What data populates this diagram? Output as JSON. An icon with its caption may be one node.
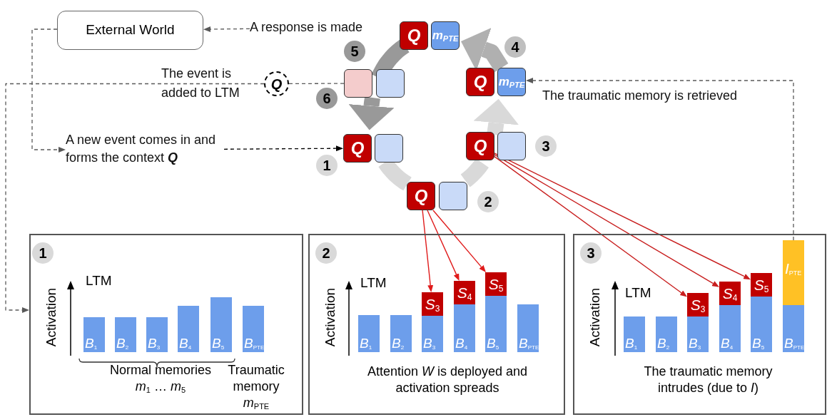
{
  "diagram": {
    "nodes": [
      {
        "text": [
          "External World"
        ]
      },
      {
        "text": [
          "A response is made"
        ]
      },
      {
        "text": [
          "The event is added to LTM"
        ]
      },
      {
        "text": [
          "Q"
        ]
      },
      {
        "text": [
          "A new event comes in and forms the context **Q**"
        ]
      },
      {
        "text": [
          "The traumatic memory is retrieved"
        ]
      },
      {
        "text": [
          "Q"
        ]
      },
      {
        "text": [],
        "shape": "box"
      },
      {
        "text": [
          "Q"
        ]
      },
      {
        "text": [],
        "shape": "box"
      },
      {
        "text": [
          "Q"
        ]
      },
      {
        "text": [],
        "shape": "box"
      },
      {
        "text": [
          "Q"
        ]
      },
      {
        "text": [
          "m$_{PTE}$"
        ]
      },
      {
        "text": [
          "Q"
        ]
      },
      {
        "text": [
          "m$_{PTE}$"
        ]
      },
      {
        "text": [],
        "shape": "box"
      },
      {
        "text": [],
        "shape": "box"
      },
      {
        "text": [
          "1",
          "LTM",
          "Activation",
          "Normal memories *m*$_{1}$ … *m*$_{5}$",
          "Traumatic memory *m*$_{PTE}$"
        ]
      },
      {
        "text": [
          "*B*$_{1}$"
        ],
        "in": 18
      },
      {
        "text": [
          "*B*$_{2}$"
        ],
        "in": 18
      },
      {
        "text": [
          "*B*$_{3}$"
        ],
        "in": 18
      },
      {
        "text": [
          "*B*$_{4}$"
        ],
        "in": 18
      },
      {
        "text": [
          "*B*$_{5}$"
        ],
        "in": 18
      },
      {
        "text": [
          "*B*$_{PTE}$"
        ],
        "in": 18
      },
      {
        "text": [
          "2",
          "LTM",
          "Activation",
          "Attention *W* is deployed and activation spreads"
        ]
      },
      {
        "text": [
          "*B*$_{1}$"
        ],
        "in": 25
      },
      {
        "text": [
          "*B*$_{2}$"
        ],
        "in": 25
      },
      {
        "text": [
          "*B*$_{3}$"
        ],
        "in": 25
      },
      {
        "text": [
          "*B*$_{4}$"
        ],
        "in": 25
      },
      {
        "text": [
          "*B*$_{5}$"
        ],
        "in": 25
      },
      {
        "text": [
          "*B*$_{PTE}$"
        ],
        "in": 25
      },
      {
        "text": [
          "*S*$_{3}$"
        ],
        "in": 25
      },
      {
        "text": [
          "*S*$_{4}$"
        ],
        "in": 25
      },
      {
        "text": [
          "*S*$_{5}$"
        ],
        "in": 25
      },
      {
        "text": [
          "3",
          "LTM",
          "Activation",
          "The traumatic memory intrudes (due to *I*)"
        ]
      },
      {
        "text": [
          "*B*$_{1}$"
        ],
        "in": 35
      },
      {
        "text": [
          "*B*$_{2}$"
        ],
        "in": 35
      },
      {
        "text": [
          "*B*$_{3}$"
        ],
        "in": 35
      },
      {
        "text": [
          "*B*$_{4}$"
        ],
        "in": 35
      },
      {
        "text": [
          "*B*$_{5}$"
        ],
        "in": 35
      },
      {
        "text": [
          "*B*$_{PTE}$"
        ],
        "in": 35
      },
      {
        "text": [
          "*S*$_{3}$"
        ],
        "in": 35
      },
      {
        "text": [
          "*S*$_{4}$"
        ],
        "in": 35
      },
      {
        "text": [
          "*S*$_{5}$"
        ],
        "in": 35
      },
      {
        "text": [
          "*I*$_{PTE}$"
        ],
        "in": 35
      }
    ],
    "edges": [
      {
        "from": 0,
        "to": 4,
        "arrow": "to",
        "style": "dashed",
        "color": "#595959"
      },
      {
        "from": 1,
        "to": 0,
        "arrow": "to",
        "style": "dashed",
        "color": "#595959"
      },
      {
        "from": 16,
        "to": 3,
        "arrow": "none",
        "style": "dashed",
        "color": "#595959"
      },
      {
        "from": 3,
        "to": 18,
        "arrow": "to",
        "style": "dashed",
        "color": "#595959"
      },
      {
        "from": 4,
        "to": 6,
        "arrow": "to",
        "style": "dashed",
        "color": "#000000"
      },
      {
        "from": 45,
        "to": 13,
        "arrow": "to",
        "style": "dashed",
        "color": "#595959"
      },
      {
        "from": 8,
        "to": 32,
        "arrow": "to",
        "color": "#e01b1b"
      },
      {
        "from": 8,
        "to": 33,
        "arrow": "to",
        "color": "#e01b1b"
      },
      {
        "from": 8,
        "to": 34,
        "arrow": "to",
        "color": "#e01b1b"
      },
      {
        "from": 10,
        "to": 42,
        "arrow": "to",
        "color": "#c81e1e"
      },
      {
        "from": 10,
        "to": 43,
        "arrow": "to",
        "color": "#c81e1e"
      },
      {
        "from": 10,
        "to": 44,
        "arrow": "to",
        "color": "#c81e1e"
      },
      {
        "from": 7,
        "to": 8,
        "arrow": "none",
        "style": "thick",
        "color": "#d9d9d9"
      },
      {
        "from": 9,
        "to": 10,
        "arrow": "none",
        "style": "thick",
        "color": "#d9d9d9"
      },
      {
        "from": 10,
        "to": 12,
        "arrow": "to",
        "style": "thick",
        "color": "#d9d9d9"
      },
      {
        "from": 13,
        "to": 15,
        "arrow": "to",
        "style": "thick",
        "color": "#b0b0b0"
      },
      {
        "from": 14,
        "to": 16,
        "arrow": "none",
        "style": "thick",
        "color": "#999999"
      },
      {
        "from": 16,
        "to": 6,
        "arrow": "to",
        "style": "thick",
        "color": "#999999"
      }
    ],
    "labels": [
      "5",
      "4",
      "6",
      "3",
      "1",
      "2"
    ]
  }
}
